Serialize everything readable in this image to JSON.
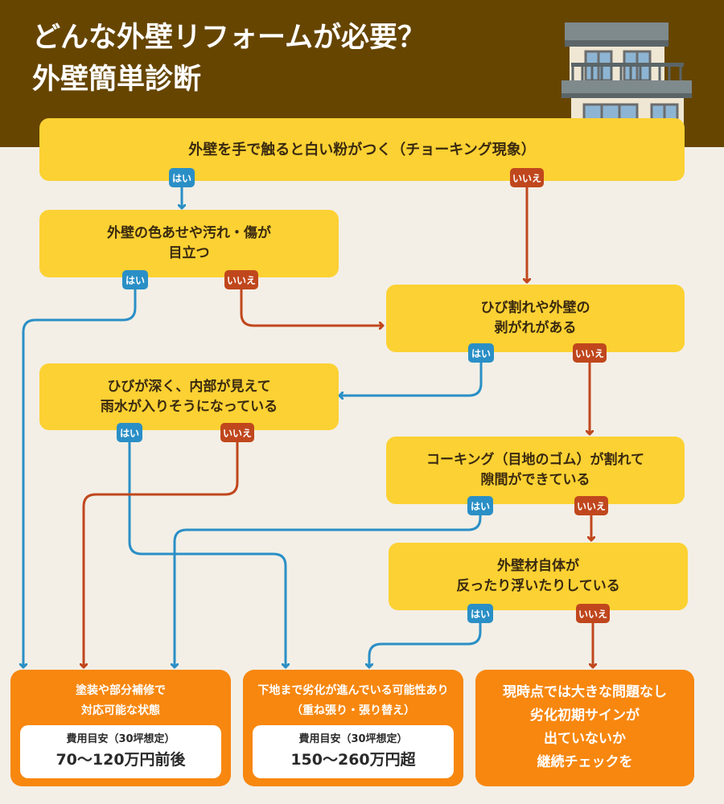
{
  "header": {
    "title_line1": "どんな外壁リフォームが必要？",
    "title_line2": "外壁簡単診断"
  },
  "colors": {
    "header_bg": "#664500",
    "question_bg": "#fcd133",
    "yes": "#2a8fc6",
    "no": "#c0471d",
    "result_bg": "#f7870f"
  },
  "labels": {
    "yes": "はい",
    "no": "いいえ"
  },
  "questions": {
    "q1": {
      "line1": "外壁を手で触ると白い粉がつく（チョーキング現象）"
    },
    "q2": {
      "line1": "外壁の色あせや汚れ・傷が",
      "line2": "目立つ"
    },
    "q3": {
      "line1": "ひび割れや外壁の",
      "line2": "剥がれがある"
    },
    "q4": {
      "line1": "ひびが深く、内部が見えて",
      "line2": "雨水が入りそうになっている"
    },
    "q5": {
      "line1": "コーキング（目地のゴム）が割れて",
      "line2": "隙間ができている"
    },
    "q6": {
      "line1": "外壁材自体が",
      "line2": "反ったり浮いたりしている"
    }
  },
  "results": {
    "r1": {
      "line1": "塗装や部分補修で",
      "line2": "対応可能な状態",
      "cost_label": "費用目安（30坪想定）",
      "cost_value": "70〜120万円前後"
    },
    "r2": {
      "line1": "下地まで劣化が進んでいる可能性あり",
      "line2": "（重ね張り・張り替え）",
      "cost_label": "費用目安（30坪想定）",
      "cost_value": "150〜260万円超"
    },
    "r3": {
      "line1": "現時点では大きな問題なし",
      "line2": "劣化初期サイン",
      "line2b": "が",
      "line3": "出ていないか",
      "line4": "継続チェックを"
    }
  }
}
